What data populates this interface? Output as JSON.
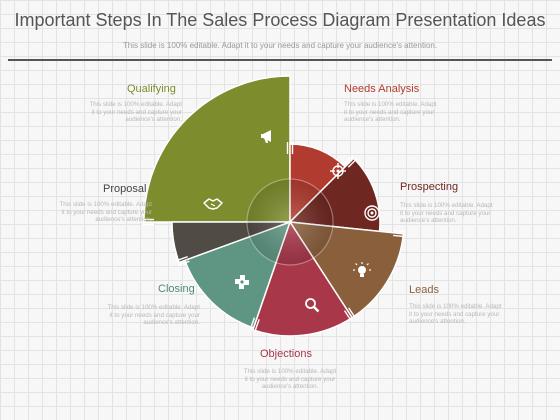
{
  "header": {
    "title": "Important Steps In The Sales Process Diagram Presentation Ideas",
    "subtitle": "This slide is 100% editable. Adapt it to your needs and capture your audience's attention."
  },
  "steps": [
    {
      "name": "Qualifying",
      "icon": "megaphone-icon",
      "color": "#7d8c2c",
      "label_color": "#7d8c2c",
      "desc": [
        "This slide is 100% editable. Adapt",
        "it to your needs and capture your",
        "audience's attention."
      ]
    },
    {
      "name": "Needs Analysis",
      "icon": "target-icon",
      "color": "#b23b2f",
      "label_color": "#b23b2f",
      "desc": [
        "This slide is 100% editable. Adapt",
        "it to your needs and capture your",
        "audience's attention."
      ]
    },
    {
      "name": "Prospecting",
      "icon": "bullseye-icon",
      "color": "#6f2721",
      "label_color": "#6f2721",
      "desc": [
        "This slide is 100% editable. Adapt",
        "it to your needs and capture your",
        "audience's attention."
      ]
    },
    {
      "name": "Leads",
      "icon": "lightbulb-icon",
      "color": "#8a5f3c",
      "label_color": "#8a5f3c",
      "desc": [
        "This slide is 100% editable. Adapt",
        "it to your needs and capture your",
        "audience's attention."
      ]
    },
    {
      "name": "Objections",
      "icon": "magnifier-icon",
      "color": "#a8374a",
      "label_color": "#a8374a",
      "desc": [
        "This slide is 100% editable. Adapt",
        "it to your needs and capture your",
        "audience's attention."
      ]
    },
    {
      "name": "Closing",
      "icon": "puzzle-icon",
      "color": "#5e9583",
      "label_color": "#4d8a77",
      "desc": [
        "This slide is 100% editable. Adapt",
        "it to your needs and capture your",
        "audience's attention."
      ]
    },
    {
      "name": "Proposal",
      "icon": "handshake-icon",
      "color": "#514b45",
      "label_color": "#444444",
      "desc": [
        "This slide is 100% editable. Adapt",
        "it to your needs and capture your",
        "audience's attention."
      ]
    }
  ]
}
